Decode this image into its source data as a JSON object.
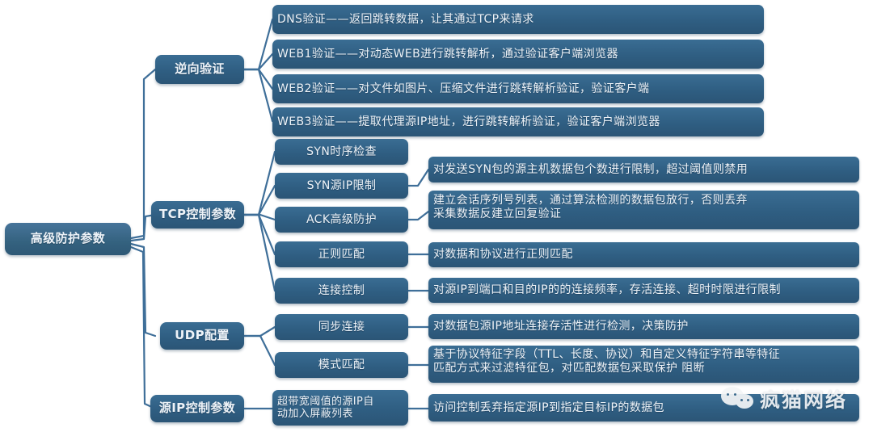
{
  "diagram": {
    "title": "高级防护参数",
    "root": {
      "label": "高级防护参数"
    },
    "branches": [
      {
        "id": "reverse-auth",
        "label": "逆向验证"
      },
      {
        "id": "tcp-control",
        "label": "TCP控制参数"
      },
      {
        "id": "udp-config",
        "label": "UDP配置"
      },
      {
        "id": "source-ip-control",
        "label": "源IP控制参数"
      }
    ],
    "reverse_auth_items": [
      {
        "label": "DNS验证——返回跳转数据，让其通过TCP来请求"
      },
      {
        "label": "WEB1验证——对动态WEB进行跳转解析，通过验证客户端浏览器"
      },
      {
        "label": "WEB2验证——对文件如图片、压缩文件进行跳转解析验证，验证客户端"
      },
      {
        "label": "WEB3验证——提取代理源IP地址，进行跳转解析验证，验证客户端浏览器"
      }
    ],
    "tcp_items": [
      {
        "label": "SYN时序检查",
        "desc": ""
      },
      {
        "label": "SYN源IP限制",
        "desc": "对发送SYN包的源主机数据包个数进行限制，超过阈值则禁用"
      },
      {
        "label": "ACK高级防护",
        "desc": "建立会话序列号列表，通过算法检测的数据包放行，否则丢弃\n采集数据反建立回复验证"
      },
      {
        "label": "正则匹配",
        "desc": "对数据和协议进行正则匹配"
      },
      {
        "label": "连接控制",
        "desc": "对源IP到端口和目的IP的的连接频率，存活连接、超时时限进行限制"
      }
    ],
    "udp_items": [
      {
        "label": "同步连接",
        "desc": "对数据包源IP地址连接存活性进行检测，决策防护"
      },
      {
        "label": "模式匹配",
        "desc": "基于协议特征字段（TTL、长度、协议）和自定义特征字符串等特征\n匹配方式来过滤特征包，对匹配数据包采取保护  阻断"
      }
    ],
    "source_ip_items": [
      {
        "label": "超带宽阈值的源IP自\n动加入屏蔽列表",
        "desc": "访问控制丢弃指定源IP到指定目标IP的数据包"
      }
    ],
    "watermark": {
      "text": "疯猫网络",
      "icon": "wechat-icon"
    },
    "colors": {
      "node_fill": "#2f5e82",
      "root_fill": "#34627f",
      "edge": "#3f6f99",
      "text": "#eef3f8",
      "background": "#ffffff"
    }
  }
}
